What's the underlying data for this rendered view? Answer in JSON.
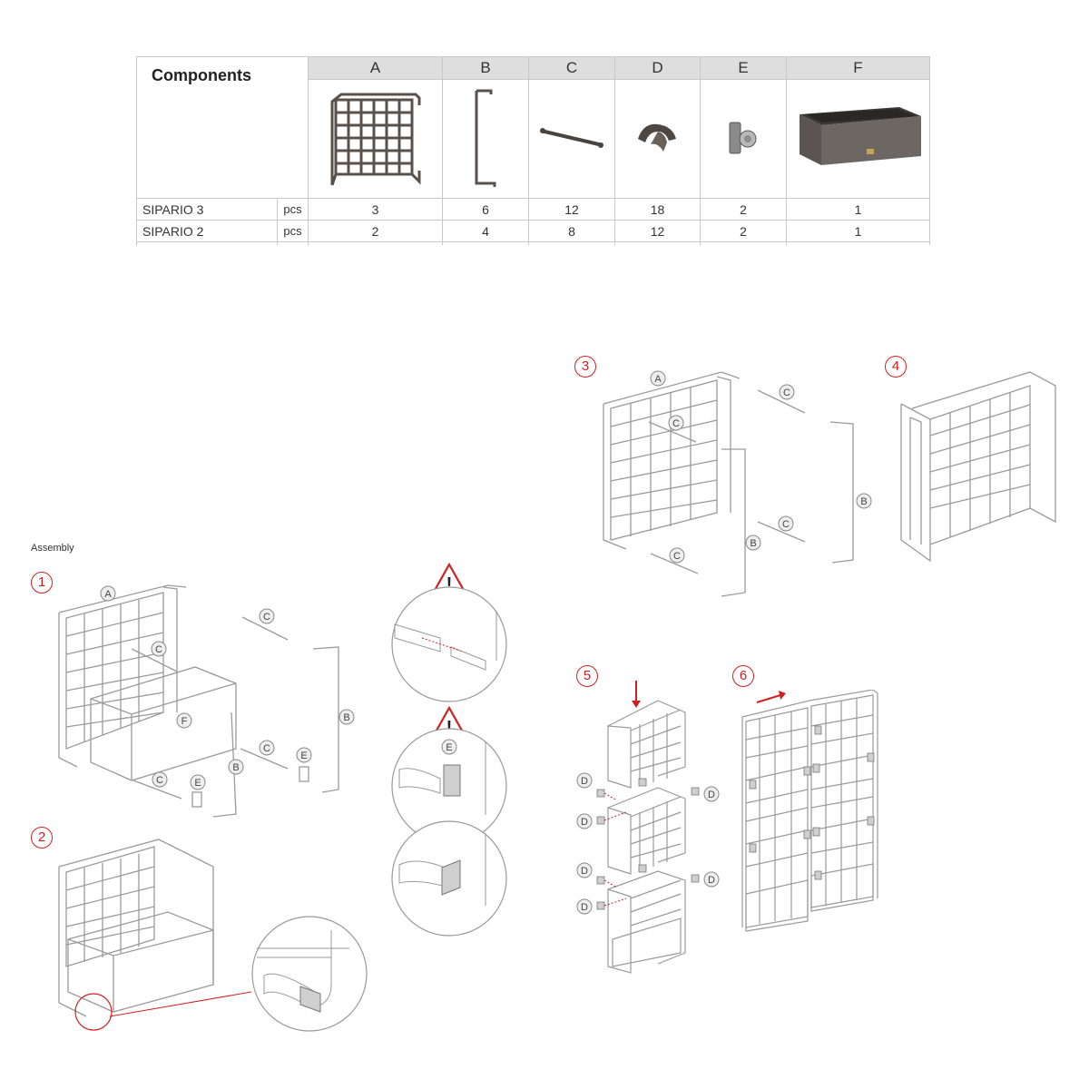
{
  "table": {
    "title": "Components",
    "columns": [
      "A",
      "B",
      "C",
      "D",
      "E",
      "F"
    ],
    "rows": [
      {
        "name": "SIPARIO 3",
        "unit": "pcs",
        "values": [
          "3",
          "6",
          "12",
          "18",
          "2",
          "1"
        ]
      },
      {
        "name": "SIPARIO 2",
        "unit": "pcs",
        "values": [
          "2",
          "4",
          "8",
          "12",
          "2",
          "1"
        ]
      }
    ]
  },
  "assembly": {
    "label": "Assembly",
    "steps": [
      "1",
      "2",
      "3",
      "4",
      "5",
      "6"
    ],
    "part_labels": {
      "a": "A",
      "b": "B",
      "c": "C",
      "d": "D",
      "e": "E",
      "f": "F"
    },
    "warning_symbol": "!"
  },
  "colors": {
    "accent": "#d02020",
    "table_header": "#dedede",
    "part_dark": "#5b514b",
    "line": "#9a9a9a"
  }
}
